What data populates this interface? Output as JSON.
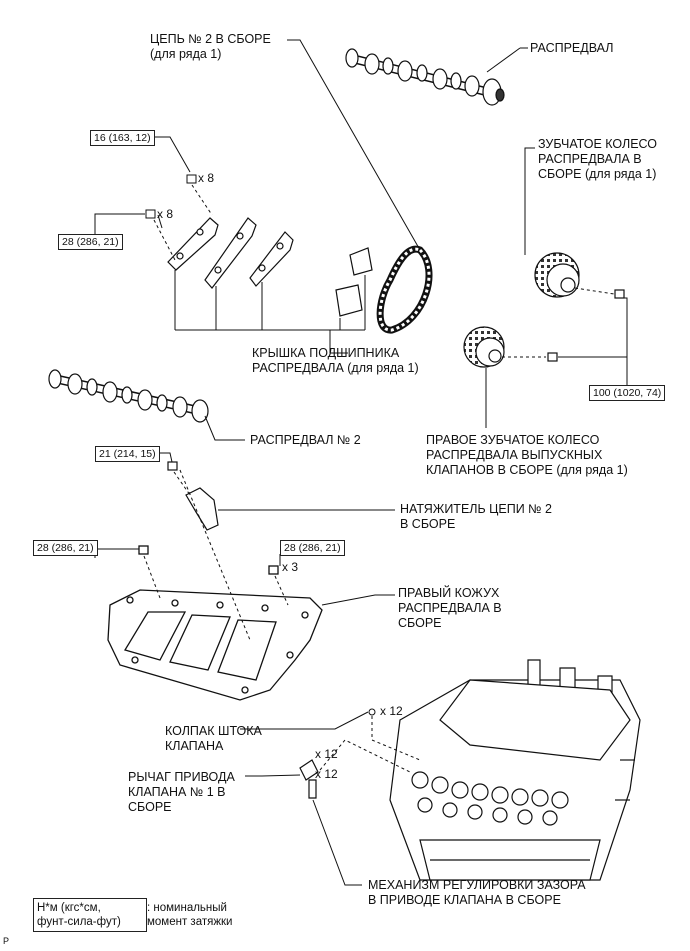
{
  "labels": {
    "chain": "ЦЕПЬ № 2 В СБОРЕ\n(для ряда 1)",
    "camshaft": "РАСПРЕДВАЛ",
    "cam_gear": "ЗУБЧАТОЕ КОЛЕСО\nРАСПРЕДВАЛА В\nСБОРЕ (для ряда 1)",
    "bearing_cap": "КРЫШКА ПОДШИПНИКА\nРАСПРЕДВАЛА (для ряда 1)",
    "camshaft2": "РАСПРЕДВАЛ № 2",
    "exhaust_gear": "ПРАВОЕ ЗУБЧАТОЕ КОЛЕСО\nРАСПРЕДВАЛА ВЫПУСКНЫХ\nКЛАПАНОВ В СБОРЕ (для ряда 1)",
    "tensioner": "НАТЯЖИТЕЛЬ ЦЕПИ № 2\nВ СБОРЕ",
    "housing": "ПРАВЫЙ КОЖУХ\nРАСПРЕДВАЛА В\nСБОРЕ",
    "valve_cap": "КОЛПАК ШТОКА\nКЛАПАНА",
    "rocker": "РЫЧАГ ПРИВОДА\nКЛАПАНА № 1 В\nСБОРЕ",
    "lash_adjuster": "МЕХАНИЗМ РЕГУЛИРОВКИ ЗАЗОРА\nВ ПРИВОДЕ КЛАПАНА В СБОРЕ"
  },
  "torques": {
    "t1": "16 (163, 12)",
    "t2": "28 (286, 21)",
    "t3": "100 (1020, 74)",
    "t4": "21 (214, 15)",
    "t5": "28 (286, 21)",
    "t6": "28 (286, 21)"
  },
  "multipliers": {
    "m1": "x 8",
    "m2": "x 8",
    "m3": "x 3",
    "m4": "x 12",
    "m5": "x 12",
    "m6": "x 12"
  },
  "legend": {
    "box": "Н*м (кгс*см,\nфунт-сила-фут)",
    "text": ": номинальный\nмомент затяжки"
  },
  "figure_code": "P"
}
